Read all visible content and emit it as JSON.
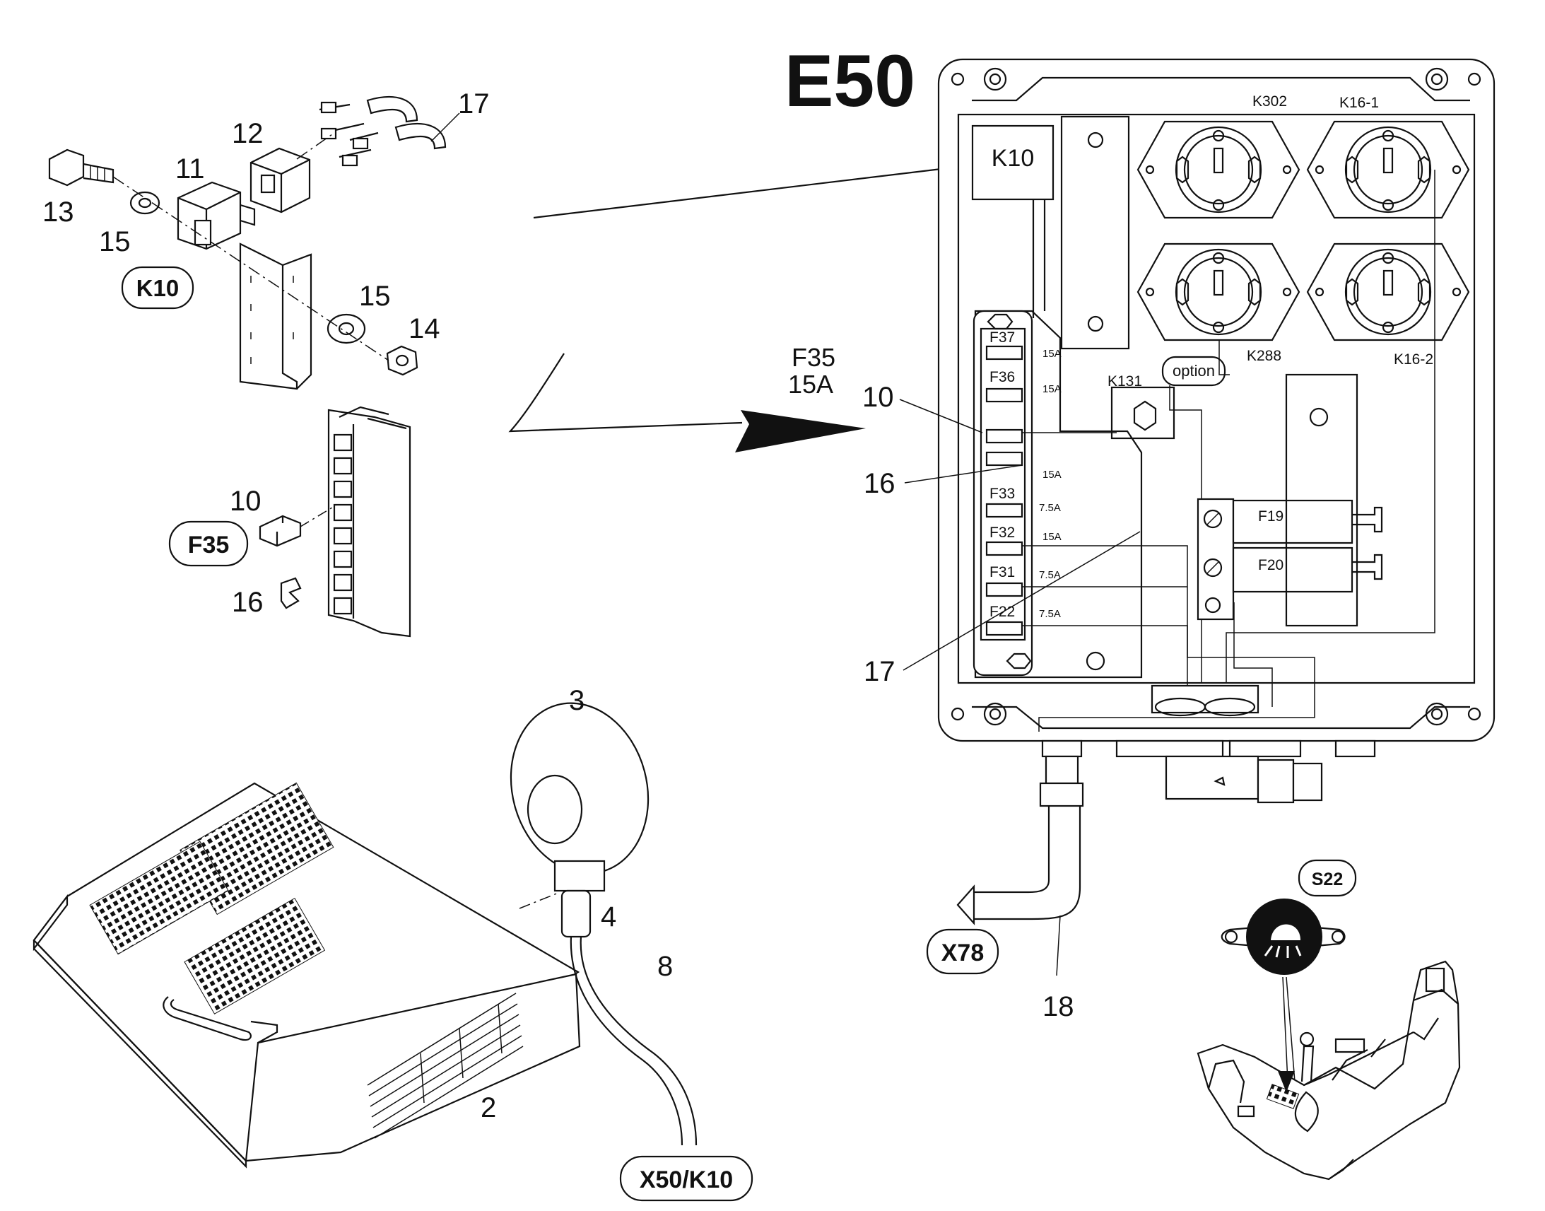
{
  "title": "E50",
  "callouts": {
    "n2": "2",
    "n3": "3",
    "n4": "4",
    "n8": "8",
    "n10a": "10",
    "n10b": "10",
    "n11": "11",
    "n12": "12",
    "n13": "13",
    "n14": "14",
    "n15a": "15",
    "n15b": "15",
    "n16a": "16",
    "n16b": "16",
    "n17a": "17",
    "n17b": "17",
    "n18": "18"
  },
  "tags": {
    "k10": "K10",
    "f35": "F35",
    "x50k10": "X50/K10",
    "x78": "X78",
    "s22": "S22",
    "option": "option"
  },
  "arrow_label": {
    "fuse": "F35",
    "rating": "15A"
  },
  "box": {
    "k10": "K10",
    "k302": "K302",
    "k16_1": "K16-1",
    "k288": "K288",
    "k16_2": "K16-2",
    "k131": "K131",
    "f19": "F19",
    "f20": "F20",
    "fuses": [
      {
        "label": "F37",
        "rating": "15A"
      },
      {
        "label": "F36",
        "rating": "15A"
      },
      {
        "label": "",
        "rating": "15A"
      },
      {
        "label": "F33",
        "rating": "7.5A"
      },
      {
        "label": "F32",
        "rating": "15A"
      },
      {
        "label": "F31",
        "rating": "7.5A"
      },
      {
        "label": "F22",
        "rating": "7.5A"
      }
    ]
  }
}
